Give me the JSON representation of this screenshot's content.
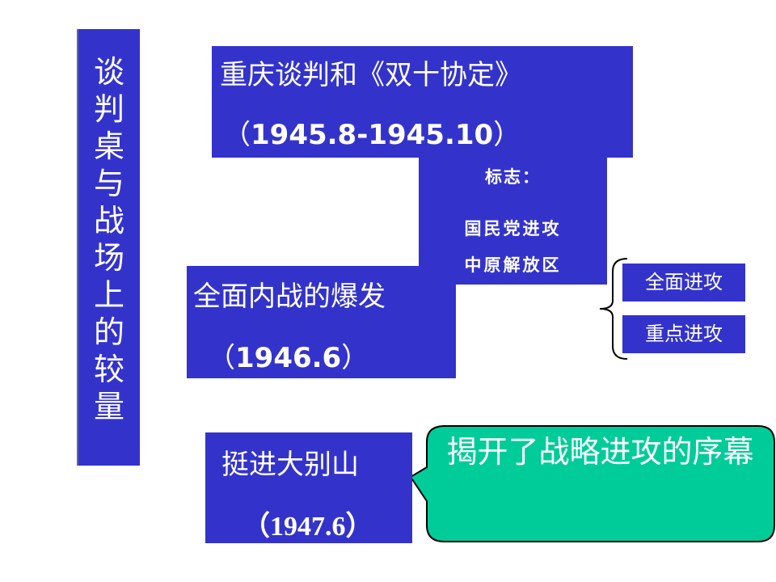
{
  "side_title": [
    "谈",
    "判",
    "桌",
    "与",
    "战",
    "场",
    "上",
    "的",
    "较",
    "量"
  ],
  "event_1": {
    "title": "重庆谈判和《双十协定》",
    "paren_open": "（",
    "date": "1945.8-1945.10",
    "paren_close": "）"
  },
  "sign_box": {
    "title": "标志：",
    "line1": "国民党进攻",
    "line2": "中原解放区"
  },
  "event_2": {
    "title": "全面内战的爆发",
    "paren_open": "（",
    "date": "1946.6",
    "paren_close": "）"
  },
  "tags": [
    "全面进攻",
    "重点进攻"
  ],
  "event_3": {
    "title": "挺进大别山",
    "date_text": "（1947.6）"
  },
  "callout": {
    "text": "揭开了战略进攻的序幕",
    "color": "#00cc99"
  },
  "colors": {
    "box": "#3333cc",
    "text": "#ffffff"
  }
}
